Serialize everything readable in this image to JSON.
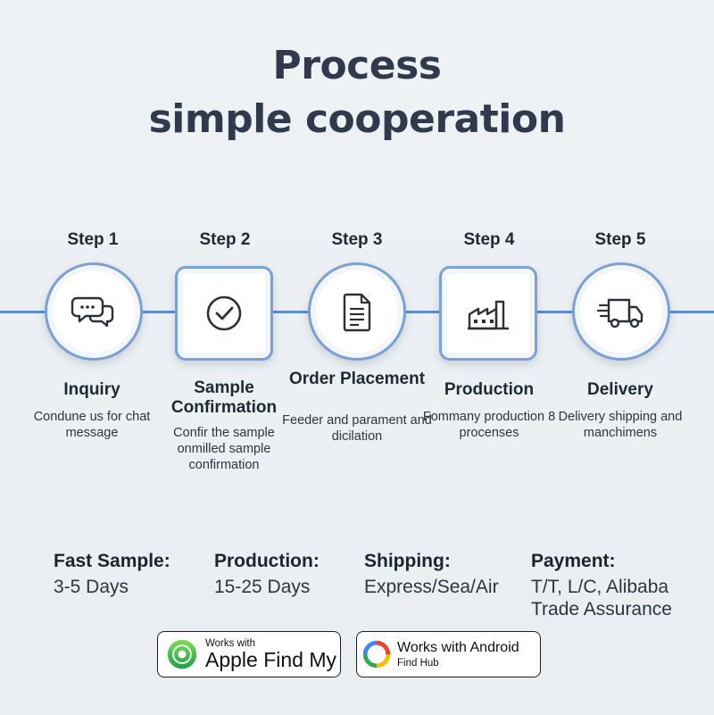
{
  "title": {
    "line1": "Process",
    "line2": "simple cooperation"
  },
  "steps": [
    {
      "label": "Step 1",
      "name": "Inquiry",
      "desc": "Condune us for chat message",
      "icon": "chat-bubbles-icon"
    },
    {
      "label": "Step 2",
      "name": "Sample Confirmation",
      "desc": "Confir the sample onmilled sample confirmation",
      "icon": "check-circle-icon"
    },
    {
      "label": "Step 3",
      "name": "Order Placement",
      "desc": "Feeder and parament and dicilation",
      "icon": "document-icon"
    },
    {
      "label": "Step 4",
      "name": "Production",
      "desc": "Fommany production 8 procenses",
      "icon": "factory-icon"
    },
    {
      "label": "Step 5",
      "name": "Delivery",
      "desc": "Delivery shipping and manchimens",
      "icon": "delivery-truck-icon"
    }
  ],
  "info": [
    {
      "label": "Fast Sample:",
      "value": "3-5 Days"
    },
    {
      "label": "Production:",
      "value": "15-25 Days"
    },
    {
      "label": "Shipping:",
      "value": "Express/Sea/Air"
    },
    {
      "label": "Payment:",
      "value": "T/T, L/C, Alibaba Trade Assurance"
    }
  ],
  "badges": {
    "apple": {
      "small": "Works with",
      "big": "Apple Find My",
      "icon": "find-my-icon"
    },
    "android": {
      "big": "Works with Android",
      "small": "Find Hub",
      "icon": "find-hub-icon"
    }
  },
  "colors": {
    "timeline": "#5d8bd0",
    "title": "#2f3b4d"
  }
}
